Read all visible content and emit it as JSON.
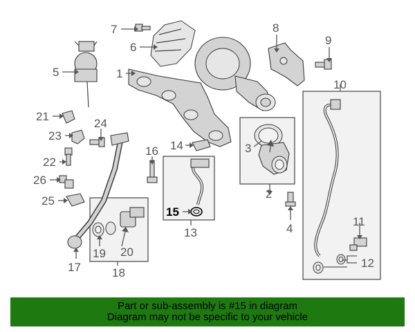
{
  "diagram": {
    "callouts": [
      {
        "id": "1",
        "label": "1"
      },
      {
        "id": "2",
        "label": "2"
      },
      {
        "id": "3",
        "label": "3"
      },
      {
        "id": "4",
        "label": "4"
      },
      {
        "id": "5",
        "label": "5"
      },
      {
        "id": "6",
        "label": "6"
      },
      {
        "id": "7",
        "label": "7"
      },
      {
        "id": "8",
        "label": "8"
      },
      {
        "id": "9",
        "label": "9"
      },
      {
        "id": "10",
        "label": "10"
      },
      {
        "id": "11",
        "label": "11"
      },
      {
        "id": "12",
        "label": "12"
      },
      {
        "id": "13",
        "label": "13"
      },
      {
        "id": "14",
        "label": "14"
      },
      {
        "id": "15",
        "label": "15"
      },
      {
        "id": "16",
        "label": "16"
      },
      {
        "id": "17",
        "label": "17"
      },
      {
        "id": "18",
        "label": "18"
      },
      {
        "id": "19",
        "label": "19"
      },
      {
        "id": "20",
        "label": "20"
      },
      {
        "id": "21",
        "label": "21"
      },
      {
        "id": "22",
        "label": "22"
      },
      {
        "id": "23",
        "label": "23"
      },
      {
        "id": "24",
        "label": "24"
      },
      {
        "id": "25",
        "label": "25"
      },
      {
        "id": "26",
        "label": "26"
      }
    ],
    "highlighted_part": "15"
  },
  "banner": {
    "line1": "Part or sub-assembly is #15 in diagram",
    "line2": "Diagram may not be specific to your vehicle"
  },
  "colors": {
    "banner_bg": "#1e7a10",
    "banner_text": "#000000",
    "callout_text": "#555555",
    "part_fill": "#d3d3d3"
  }
}
